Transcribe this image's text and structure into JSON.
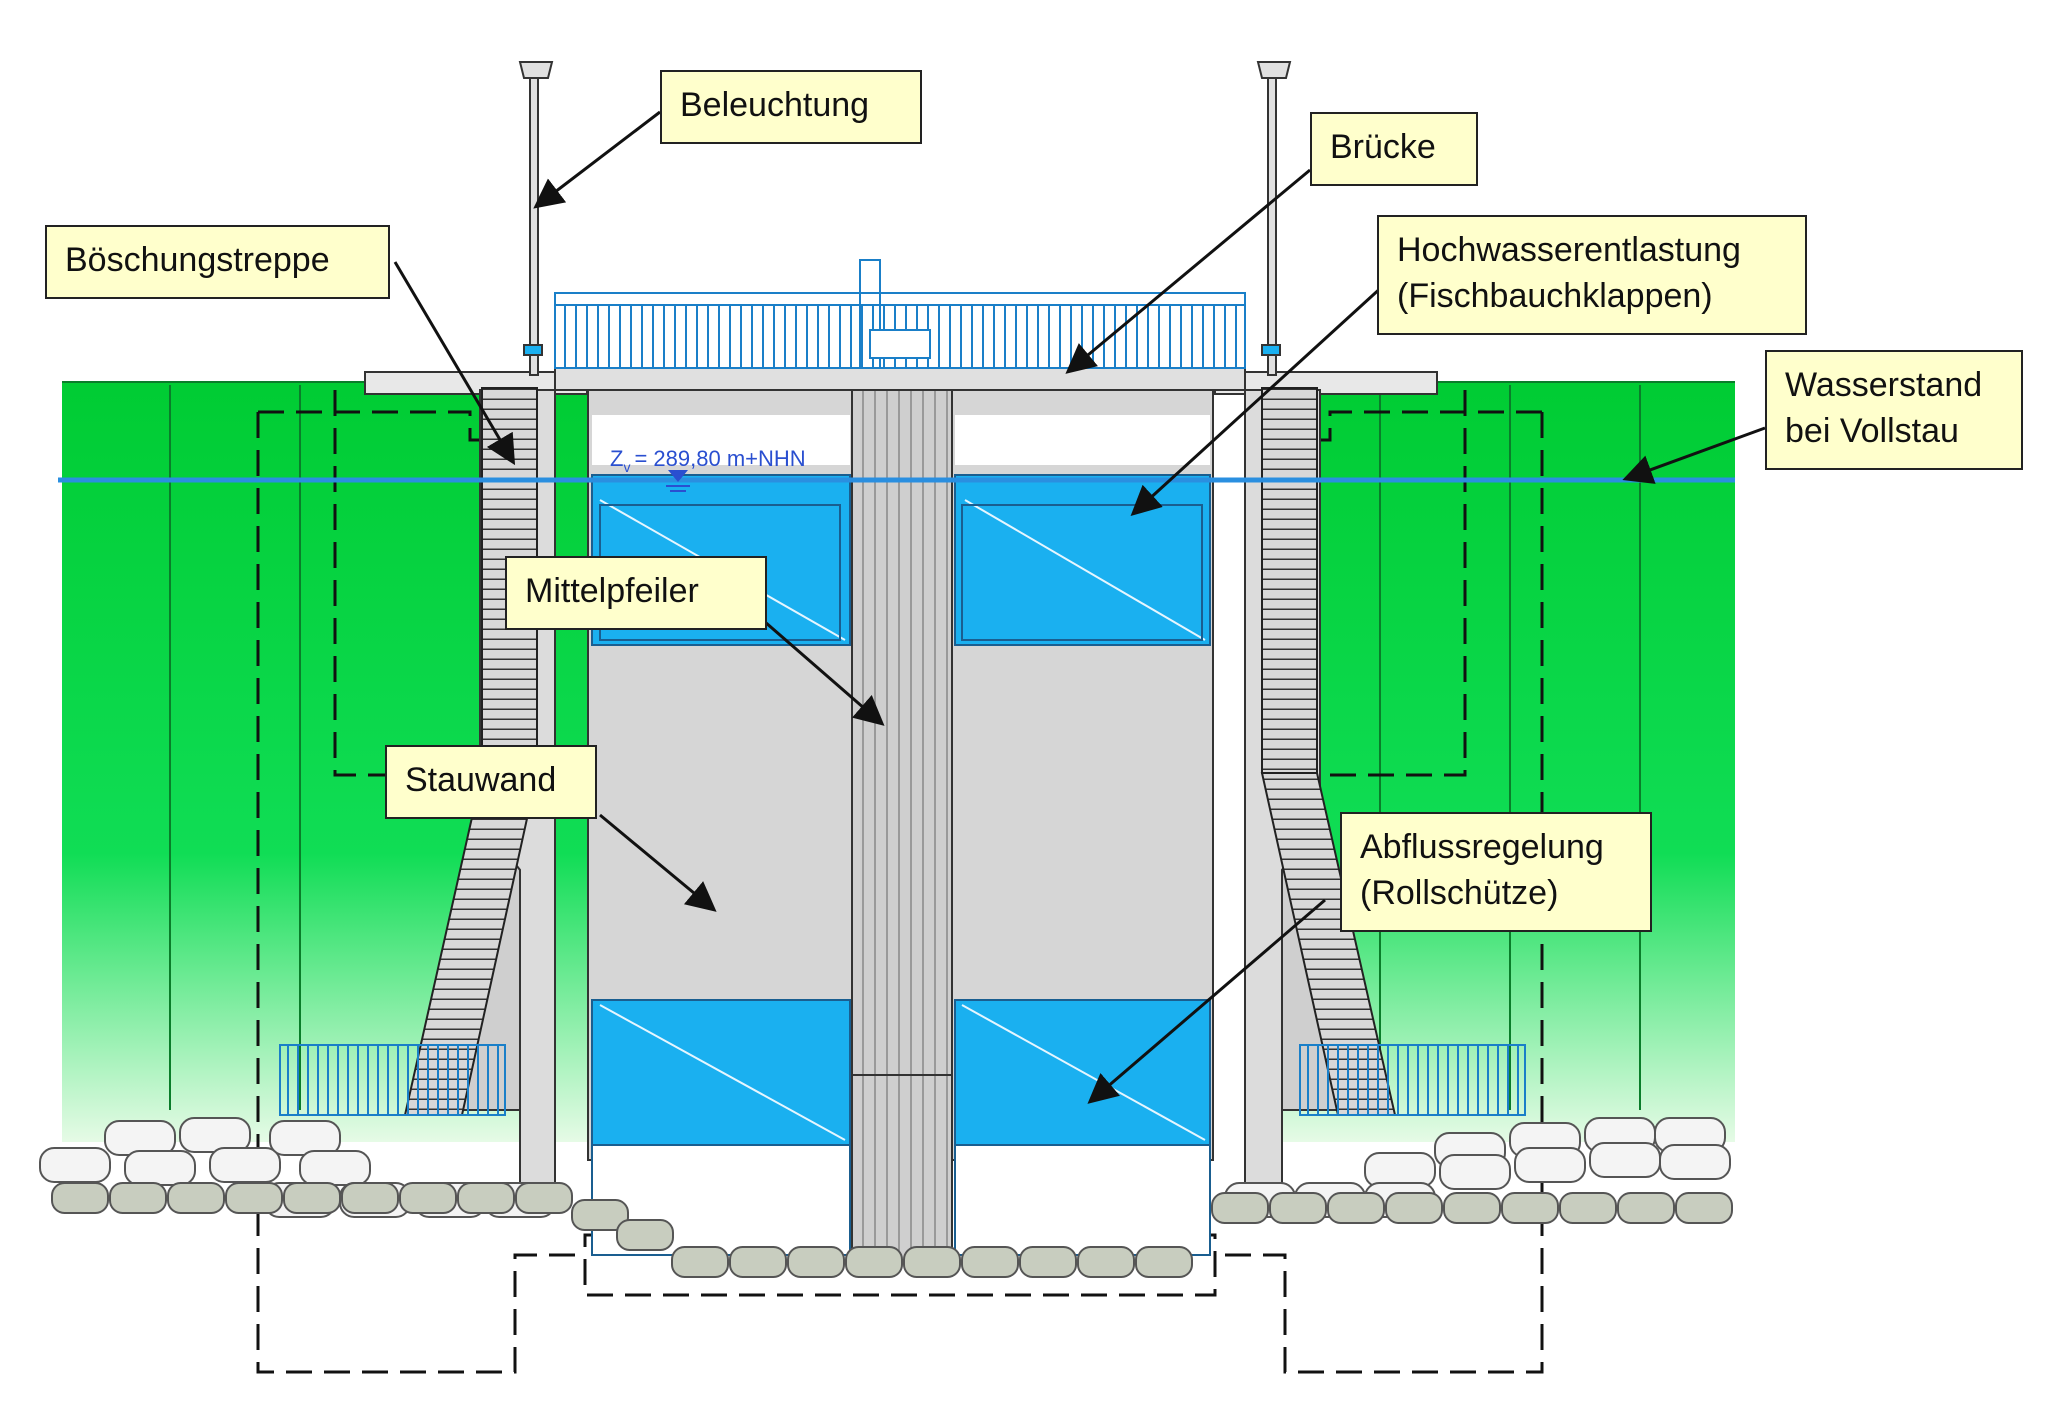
{
  "labels": {
    "beleuchtung": "Beleuchtung",
    "bruecke": "Brücke",
    "boeschungstreppe": "Böschungstreppe",
    "hochwasser_line1": "Hochwasserentlastung",
    "hochwasser_line2": "(Fischbauchklappen)",
    "wasserstand_line1": "Wasserstand",
    "wasserstand_line2": "bei Vollstau",
    "mittelpfeiler": "Mittelpfeiler",
    "stauwand": "Stauwand",
    "abfluss_line1": "Abflussregelung",
    "abfluss_line2": "(Rollschütze)",
    "water_level_prefix": "Z",
    "water_level_sub": "v",
    "water_level_value": "= 289,80 m+NHN"
  },
  "colors": {
    "callout_fill": "#ffffcc",
    "ground_green": "#00d43a",
    "water_blue": "#1ab0f0",
    "water_line": "#2a8fe0",
    "concrete": "#d4d4d4",
    "railing_blue": "#1a7fc8",
    "stone": "#f2f2f2",
    "river_stone": "#c8cdbf",
    "level_text": "#2a4fd0"
  }
}
